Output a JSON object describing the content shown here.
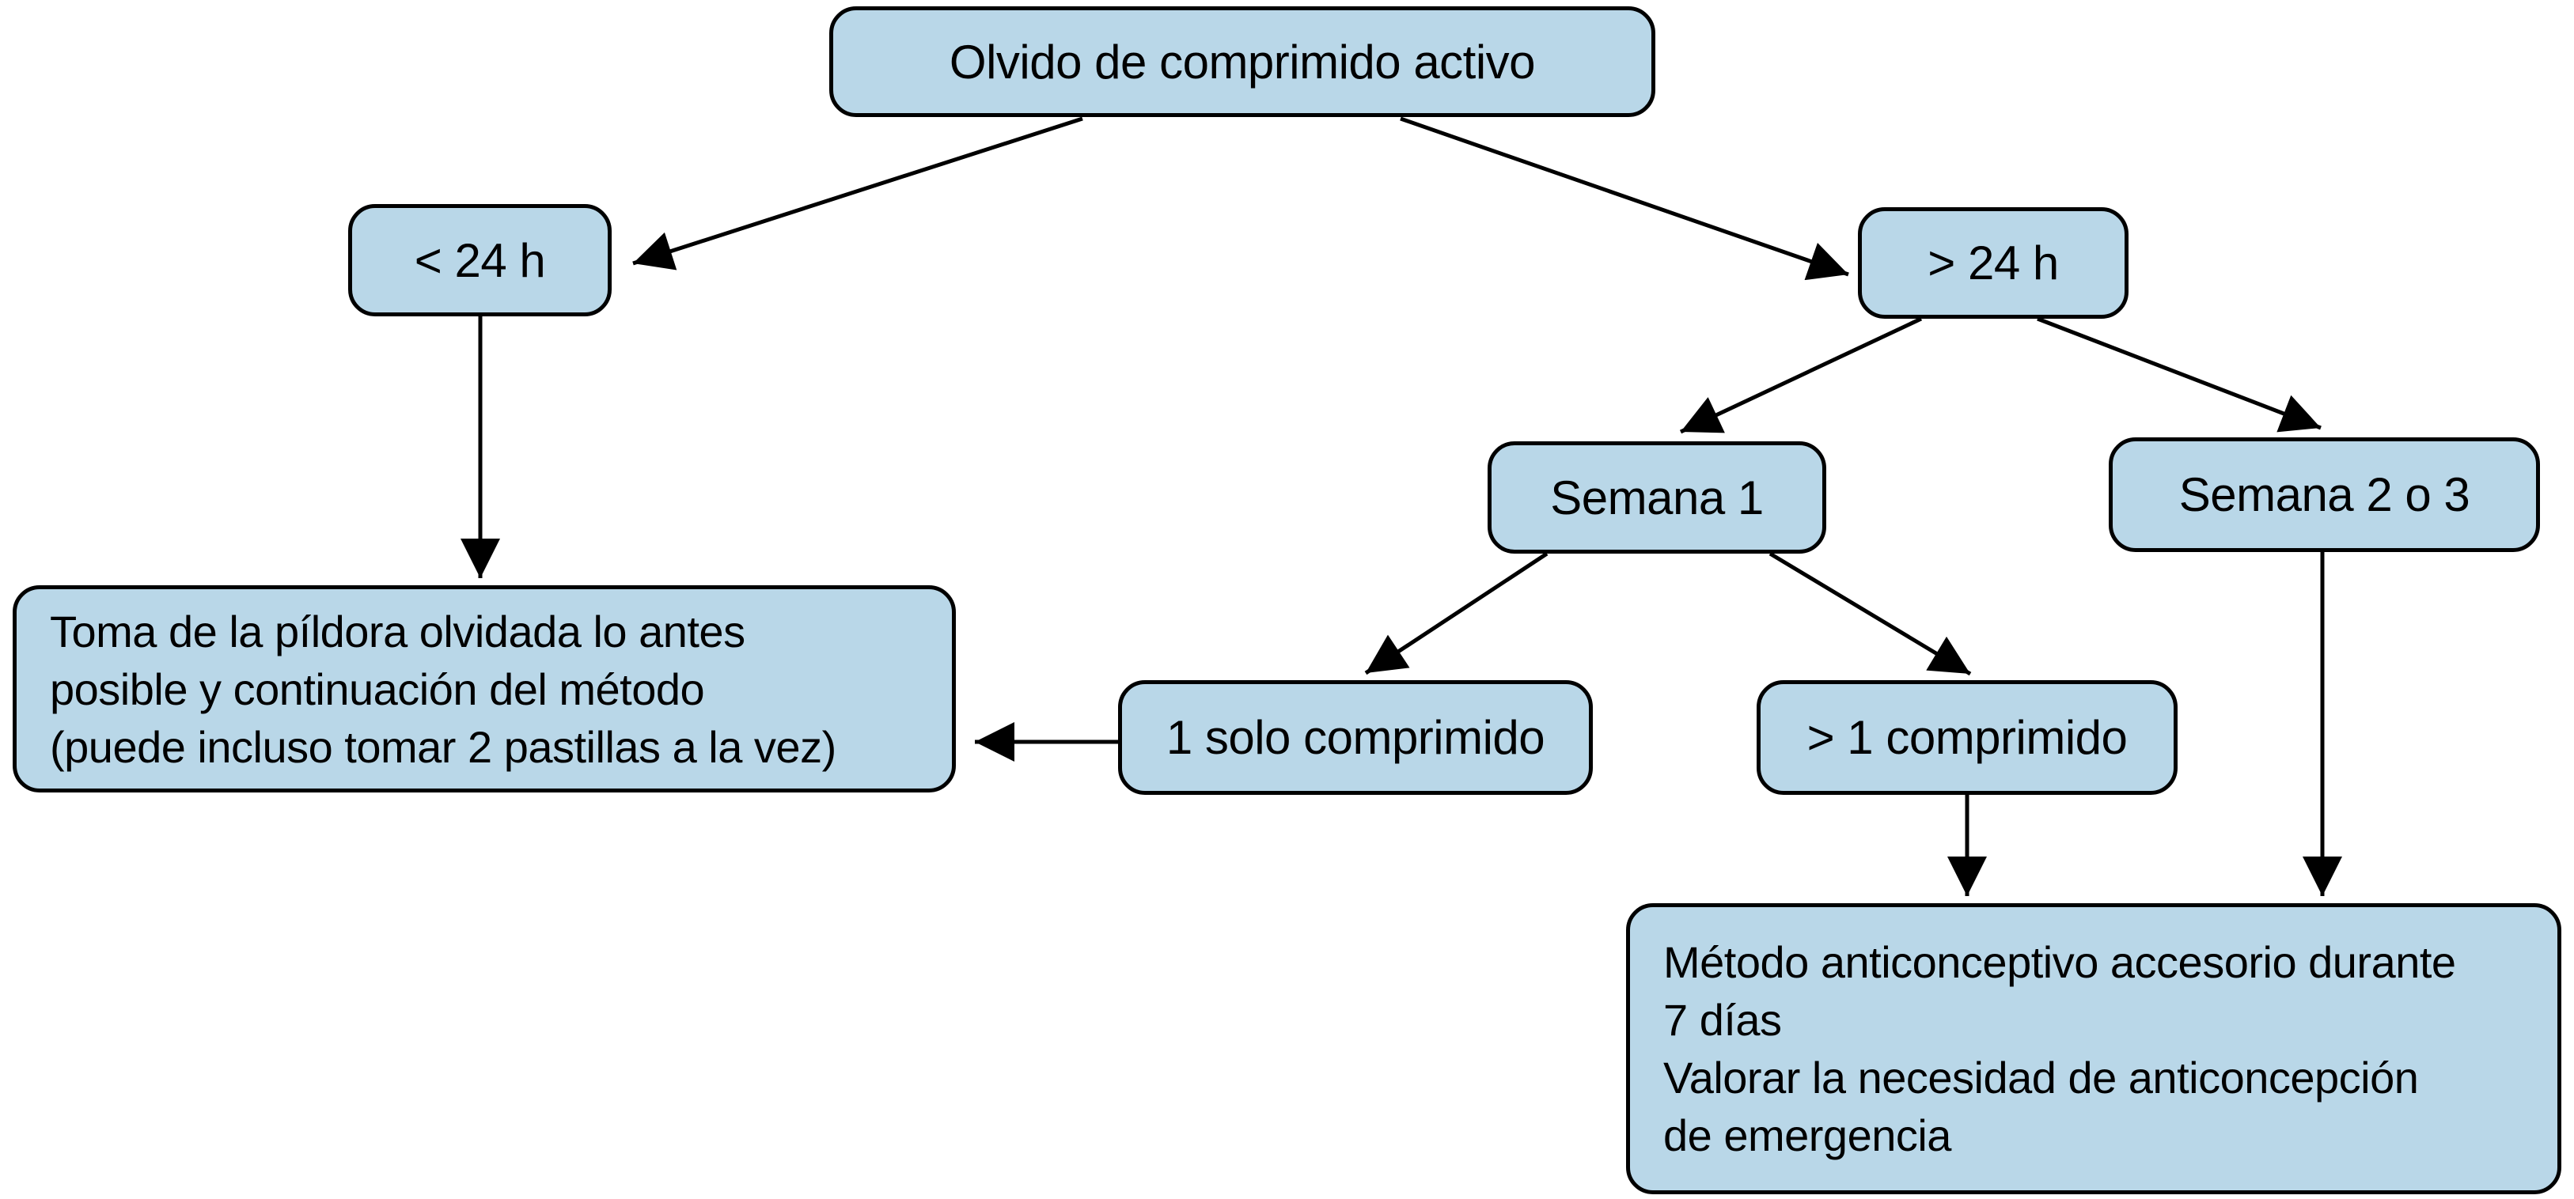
{
  "figure": {
    "type": "flowchart",
    "language": "es",
    "background": "#ffffff",
    "palette": {
      "node_fill": "#b9d7e8",
      "node_border": "#000000",
      "text": "#000000",
      "arrow": "#000000"
    }
  },
  "nodes": {
    "root": {
      "label": "Olvido de comprimido activo"
    },
    "lt24": {
      "label": "< 24 h"
    },
    "gt24": {
      "label": "> 24 h"
    },
    "sem1": {
      "label": "Semana 1"
    },
    "sem23": {
      "label": "Semana 2 o 3"
    },
    "take": {
      "label": "Toma de la píldora olvidada lo antes\nposible y continuación del método\n(puede incluso tomar 2 pastillas a la vez)"
    },
    "one": {
      "label": "1 solo comprimido"
    },
    "multi": {
      "label": "> 1 comprimido"
    },
    "backup": {
      "label": "Método anticonceptivo accesorio durante\n7 días\nValorar la necesidad de anticoncepción\nde emergencia"
    }
  },
  "edges": [
    {
      "from": "root",
      "to": "lt24"
    },
    {
      "from": "root",
      "to": "gt24"
    },
    {
      "from": "lt24",
      "to": "take"
    },
    {
      "from": "gt24",
      "to": "sem1"
    },
    {
      "from": "gt24",
      "to": "sem23"
    },
    {
      "from": "sem1",
      "to": "one"
    },
    {
      "from": "sem1",
      "to": "multi"
    },
    {
      "from": "one",
      "to": "take"
    },
    {
      "from": "multi",
      "to": "backup"
    },
    {
      "from": "sem23",
      "to": "backup"
    }
  ]
}
